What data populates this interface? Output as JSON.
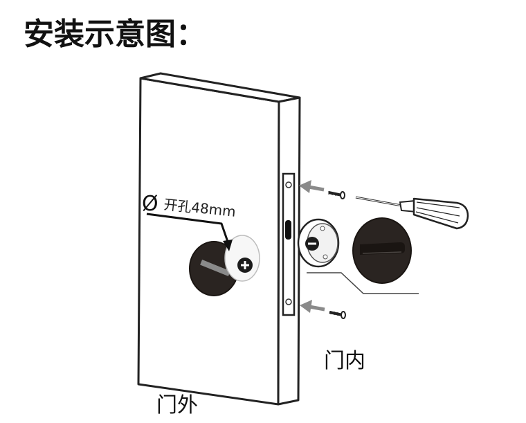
{
  "title": "安装示意图：",
  "hole_label": {
    "symbol": "Ø",
    "text": "开孔48mm"
  },
  "labels": {
    "door_inside": "门内",
    "door_outside": "门外"
  },
  "colors": {
    "line": "#222222",
    "lock_dark": "#2a2421",
    "arrow_gray": "#8a8a8a",
    "background": "#ffffff"
  },
  "icons": {
    "minus": "minus-icon",
    "plus": "plus-icon"
  }
}
